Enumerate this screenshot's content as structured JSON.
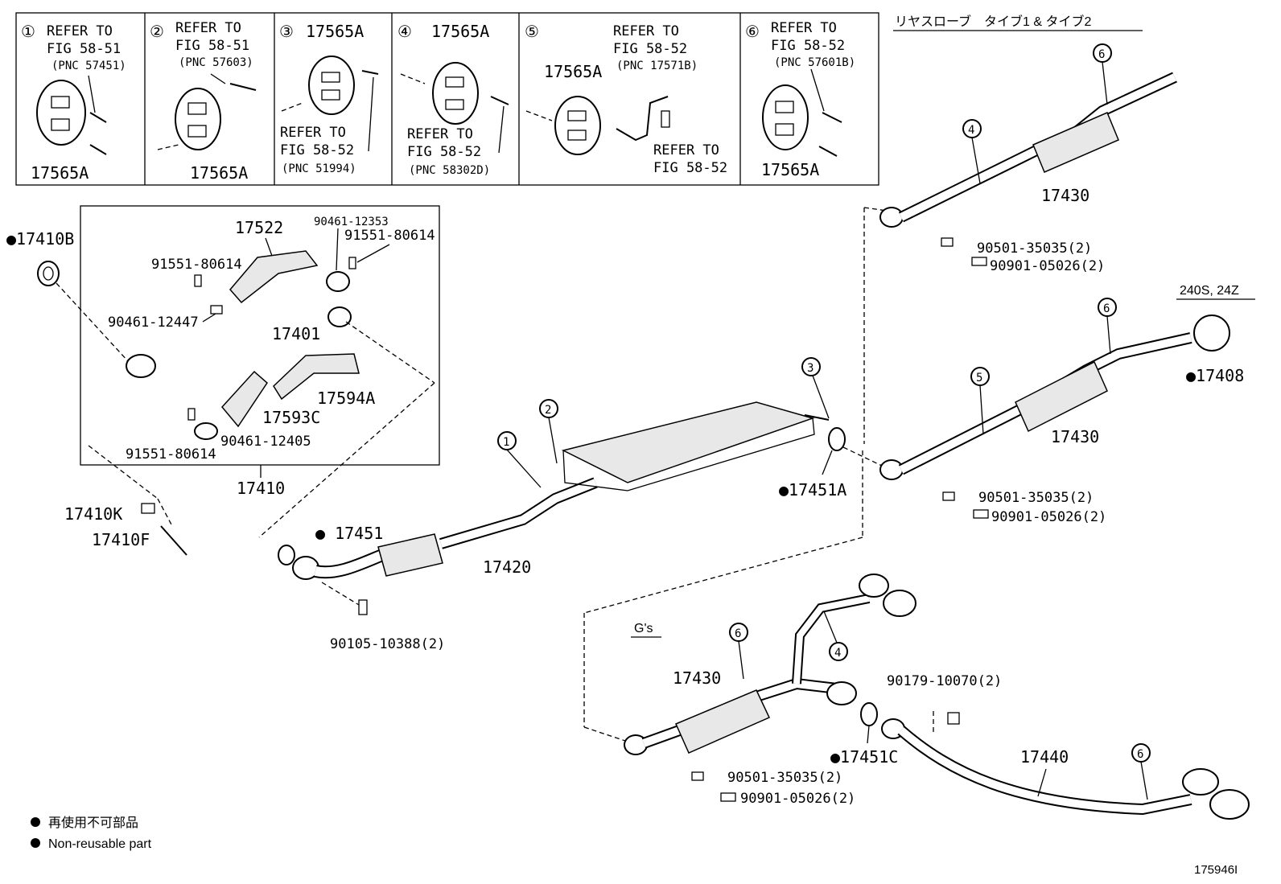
{
  "refer_boxes": [
    {
      "num": "①",
      "lines": [
        "REFER TO",
        "FIG 58-51",
        "(PNC 57451)"
      ],
      "part": "17565A"
    },
    {
      "num": "②",
      "lines": [
        "REFER TO",
        "FIG 58-51",
        "(PNC 57603)"
      ],
      "part": "17565A"
    },
    {
      "num": "③",
      "part_top": "17565A",
      "lines": [
        "REFER TO",
        "FIG 58-52",
        "(PNC 51994)"
      ]
    },
    {
      "num": "④",
      "part_top": "17565A",
      "lines": [
        "REFER TO",
        "FIG 58-52",
        "(PNC 58302D)"
      ]
    },
    {
      "num": "⑤",
      "part_top": "17565A",
      "lines": [
        "REFER TO",
        "FIG 58-52",
        "(PNC 17571B)"
      ],
      "lines2": [
        "REFER TO",
        "FIG 58-52"
      ]
    },
    {
      "num": "⑥",
      "lines": [
        "REFER TO",
        "FIG 58-52",
        "(PNC 57601B)"
      ],
      "part": "17565A"
    }
  ],
  "section_titles": {
    "rear_slope": "リヤスローブ　タイブ1 & タイブ2",
    "grade_240": "240S, 24Z",
    "gs": "G's"
  },
  "parts": {
    "p17410B": "●17410B",
    "p17522": "17522",
    "p90461_12353": "90461-12353",
    "p91551_80614_a": "91551-80614",
    "p91551_80614_b": "91551-80614",
    "p90461_12447": "90461-12447",
    "p17401": "17401",
    "p17594A": "17594A",
    "p17593C": "17593C",
    "p90461_12405": "90461-12405",
    "p91551_80614_c": "91551-80614",
    "p17410": "17410",
    "p17410K": "17410K",
    "p17410F": "17410F",
    "p17451": "● 17451",
    "p17420": "17420",
    "p90105": "90105-10388(2)",
    "p17451A": "●17451A",
    "p17430_a": "17430",
    "p90501_a": "90501-35035(2)",
    "p90901_a": "90901-05026(2)",
    "p17408": "●17408",
    "p17430_b": "17430",
    "p90501_b": "90501-35035(2)",
    "p90901_b": "90901-05026(2)",
    "p17430_c": "17430",
    "p90179": "90179-10070(2)",
    "p17451C": "●17451C",
    "p17440": "17440",
    "p90501_c": "90501-35035(2)",
    "p90901_c": "90901-05026(2)"
  },
  "callouts": [
    "1",
    "2",
    "3",
    "4",
    "5",
    "6"
  ],
  "legend": [
    {
      "symbol": "●",
      "text": "再使用不可部品"
    },
    {
      "symbol": "●",
      "text": "Non-reusable part"
    }
  ],
  "figure_id": "175946I"
}
